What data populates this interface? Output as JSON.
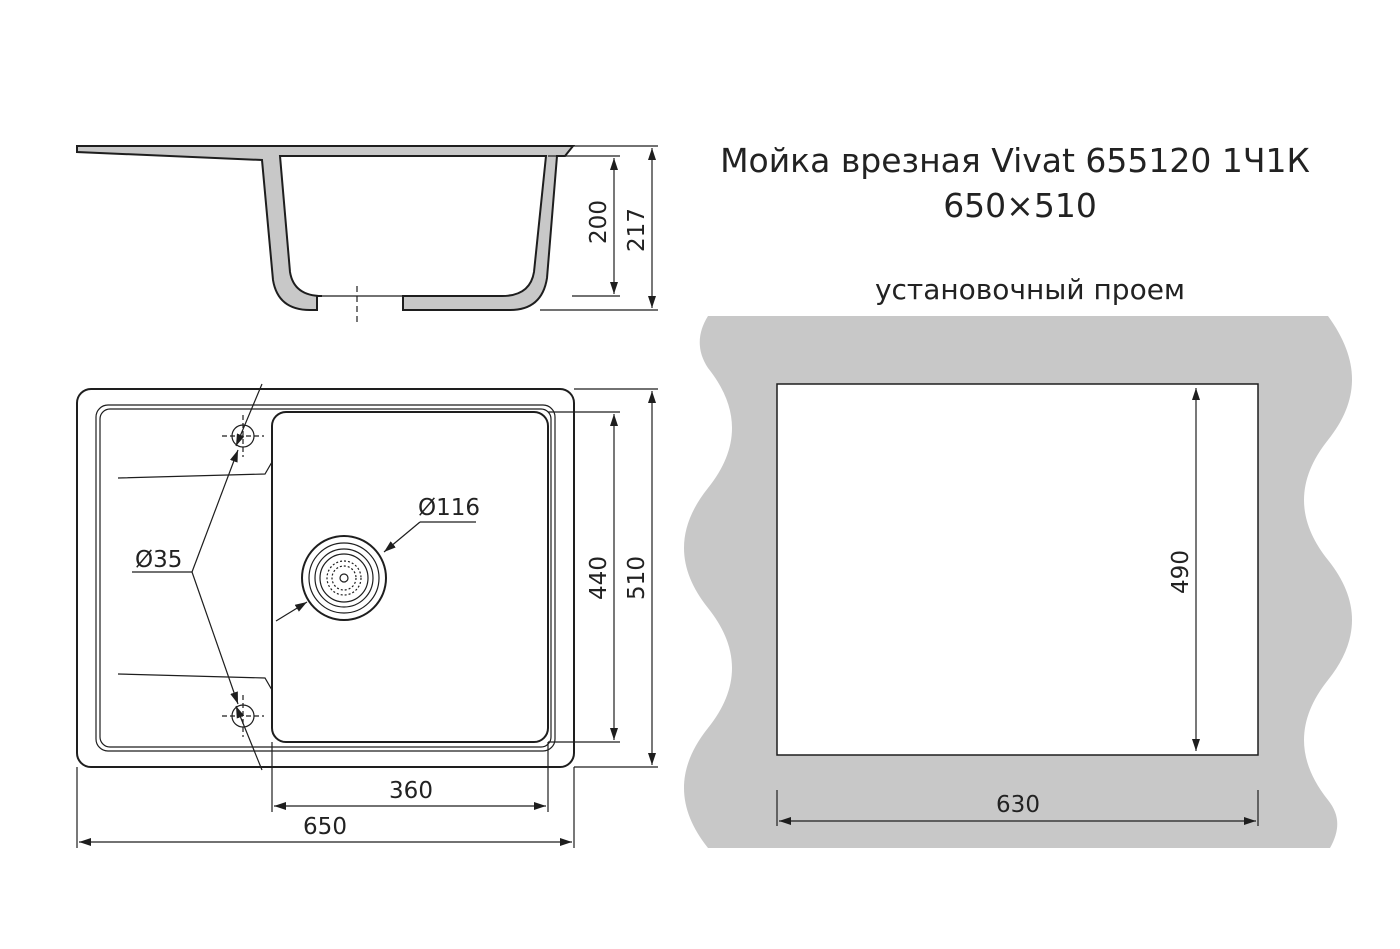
{
  "title": {
    "line1": "Мойка врезная Vivat 655120 1Ч1К",
    "line2": "650×510"
  },
  "cutout": {
    "caption": "установочный проем",
    "width_label": "630",
    "height_label": "490",
    "fill_color": "#c8c8c8"
  },
  "side_view": {
    "depth_label": "200",
    "total_height_label": "217",
    "section_fill": "#c8c8c8"
  },
  "top_view": {
    "overall_width_label": "650",
    "bowl_width_label": "360",
    "bowl_height_label": "440",
    "overall_height_label": "510",
    "faucet_hole_label": "Ø35",
    "drain_label": "Ø116"
  }
}
